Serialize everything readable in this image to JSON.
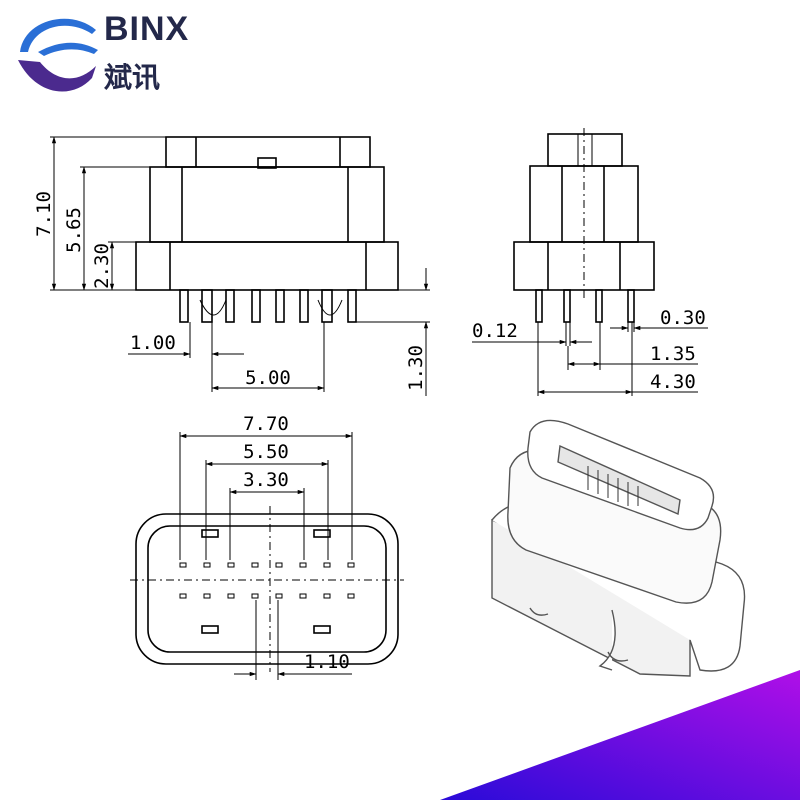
{
  "brand": {
    "name_en": "BINX",
    "name_cn": "斌讯",
    "colors": {
      "text": "#23284a",
      "logo_blue": "#2a6fd6",
      "logo_purple": "#4b2a8e",
      "accent_gradient": "#9b10ee"
    }
  },
  "front_view": {
    "dims": {
      "total_height": "7.10",
      "body_height": "5.65",
      "base_height": "2.30",
      "pin_pitch": "1.00",
      "pin_span": "5.00",
      "pin_length": "1.30"
    }
  },
  "side_view": {
    "dims": {
      "pin_gap": "0.12",
      "pin_width": "0.30",
      "pin_offset": "1.35",
      "base_depth": "4.30"
    }
  },
  "bottom_view": {
    "dims": {
      "outer_width": "7.70",
      "middle_width": "5.50",
      "inner_width": "3.30",
      "pitch": "1.10"
    }
  }
}
